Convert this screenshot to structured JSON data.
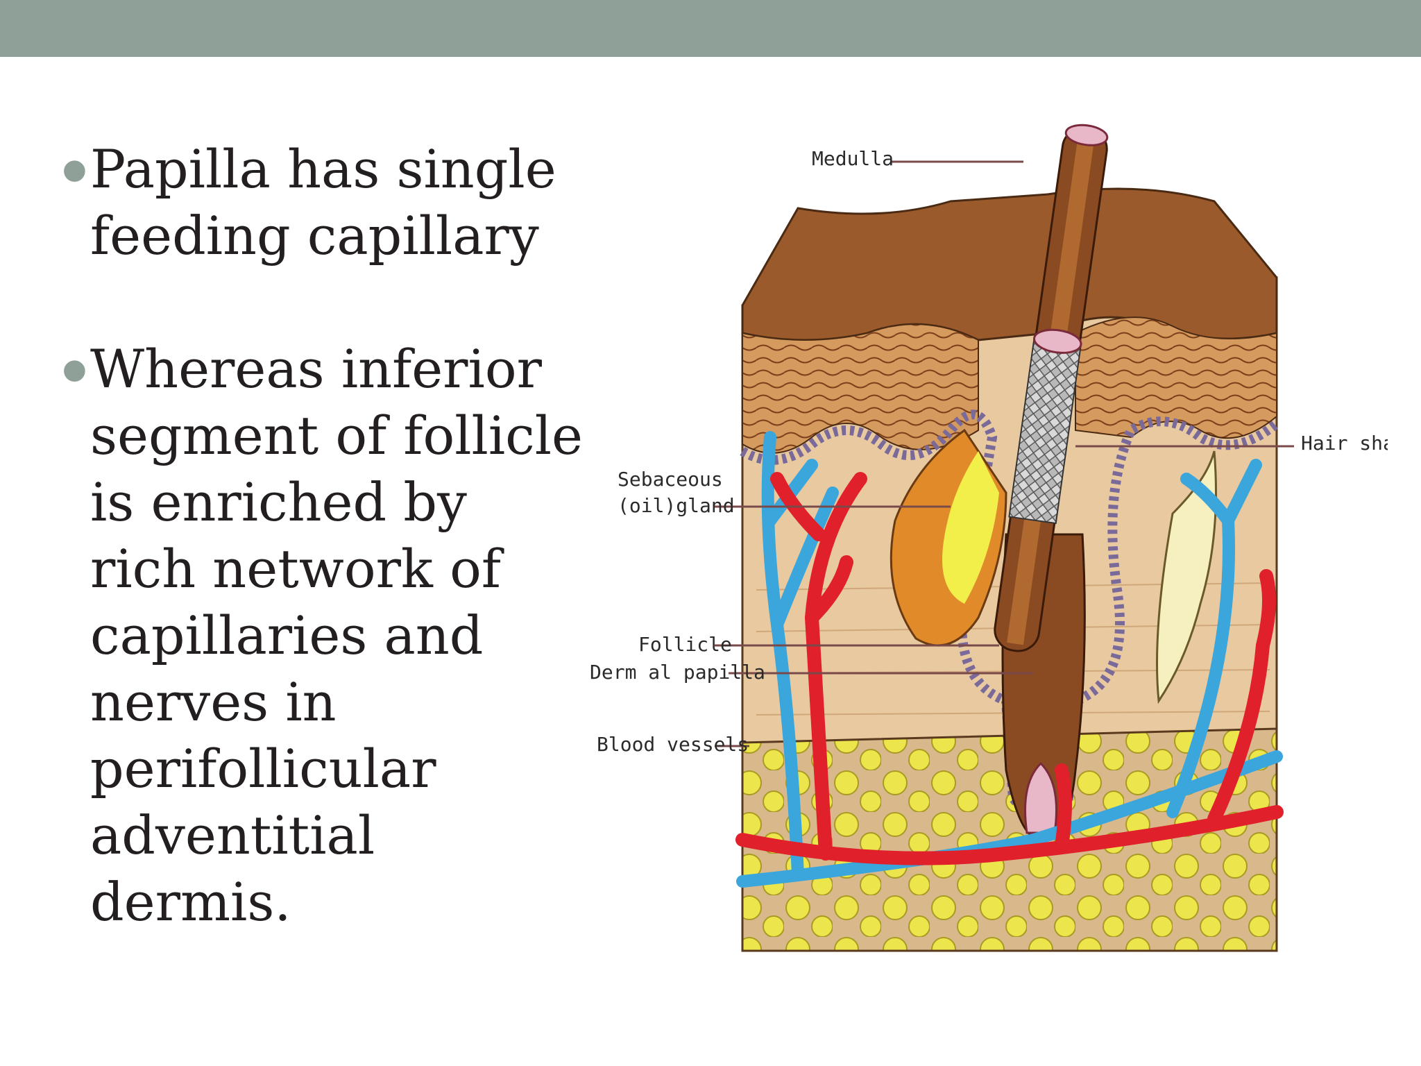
{
  "slide": {
    "header_bar_color": "#8fa098",
    "bullet_color": "#8fa098",
    "text_color": "#231f20"
  },
  "bullets": [
    {
      "text": "Papilla has single feeding capillary"
    },
    {
      "text": "Whereas inferior segment of follicle is enriched by rich network of capillaries and nerves in perifollicular adventitial dermis."
    }
  ],
  "diagram": {
    "labels": {
      "medulla": "Medulla",
      "hair_shaft": "Hair shaft",
      "sebaceous_line1": "Sebaceous",
      "sebaceous_line2": "(oil)gland",
      "follicle": "Follicle",
      "dermal_papilla": "Derm al papilla",
      "blood_vessels": "Blood vessels"
    },
    "colors": {
      "epidermis": "#9a5a2c",
      "dermis": "#e8c9a0",
      "fat": "#e9e24a",
      "artery": "#e0202a",
      "vein": "#3aa6dc",
      "hair": "#8a4a22",
      "membrane": "#7a6a9a"
    }
  }
}
